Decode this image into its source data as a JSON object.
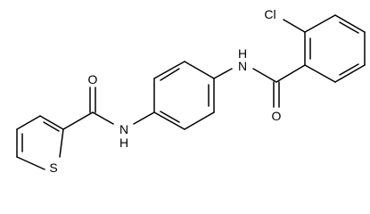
{
  "molecule": {
    "atoms": {
      "chlorine": "Cl",
      "amide_oxygen_benzoyl": "O",
      "amide_nitrogen_benzoyl": "N",
      "amide_hydrogen_benzoyl": "H",
      "amide_nitrogen_thiophene": "N",
      "amide_hydrogen_thiophene": "H",
      "amide_oxygen_thiophene": "O",
      "thiophene_sulfur": "S"
    },
    "colors": {
      "bond": "#000000",
      "label": "#000000",
      "background": "#ffffff"
    }
  }
}
